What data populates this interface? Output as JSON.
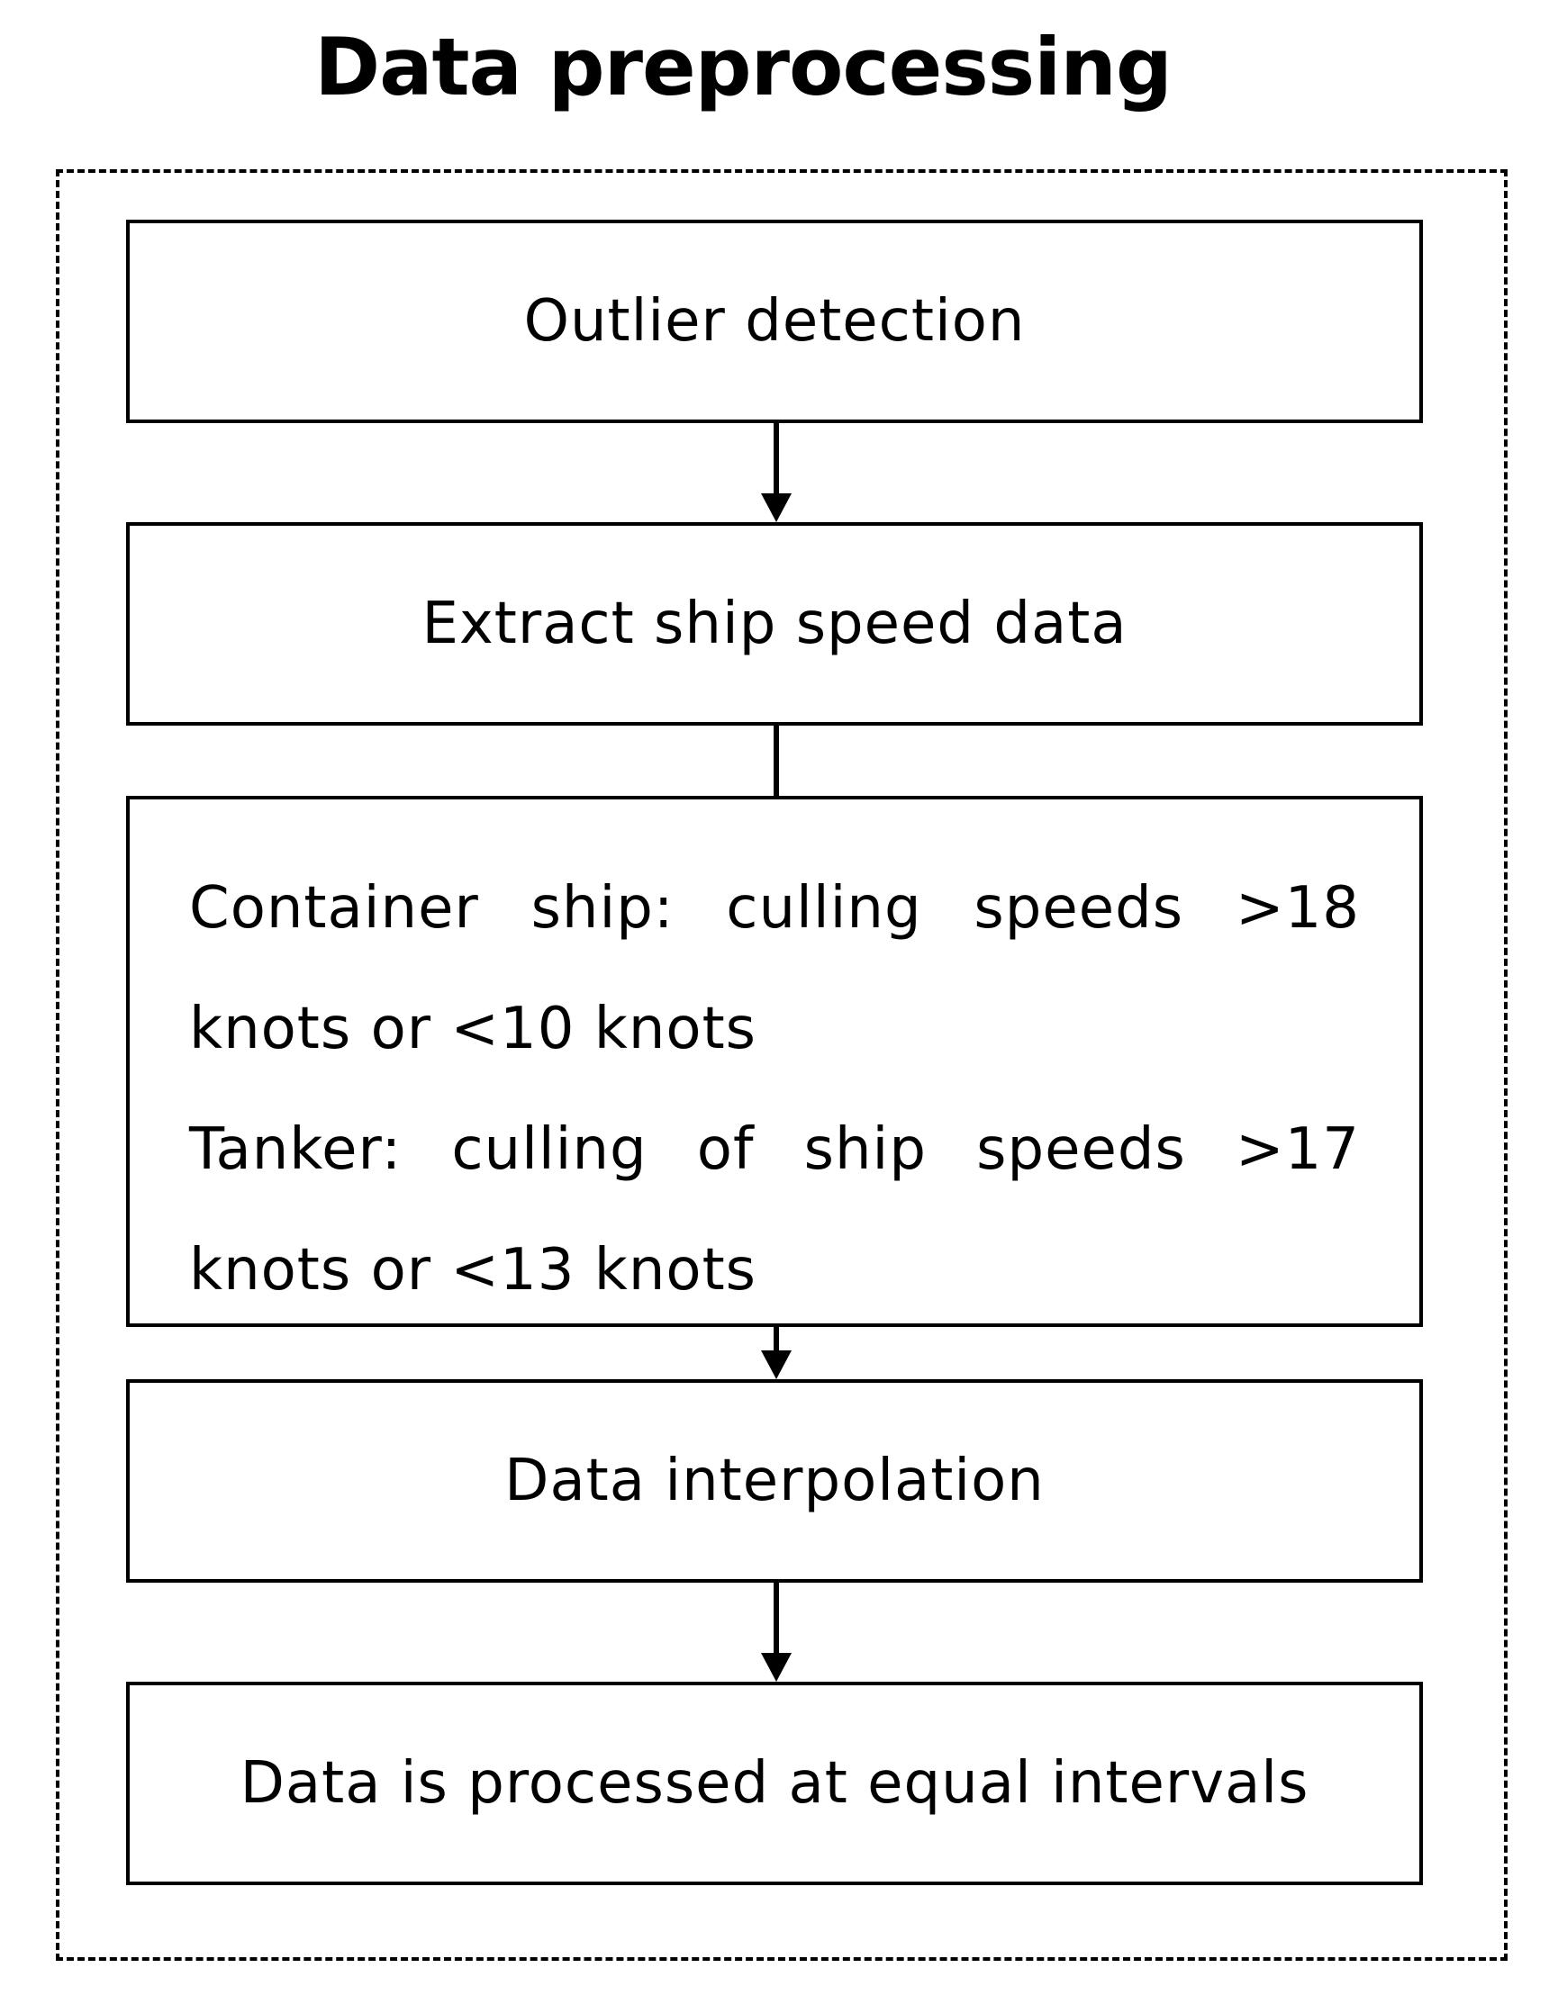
{
  "diagram": {
    "title": "Data preprocessing",
    "steps": [
      {
        "id": "outlier",
        "label": "Outlier detection"
      },
      {
        "id": "extract",
        "label": "Extract ship speed data"
      },
      {
        "id": "culling",
        "lines": [
          "Container ship: culling speeds >18",
          "knots or <10 knots",
          "Tanker: culling of ship speeds >17",
          "knots or <13 knots"
        ]
      },
      {
        "id": "interpolation",
        "label": "Data interpolation"
      },
      {
        "id": "intervals",
        "label": "Data is processed at equal intervals"
      }
    ],
    "connectors": [
      {
        "from": "outlier",
        "to": "extract",
        "arrow": true
      },
      {
        "from": "extract",
        "to": "culling",
        "arrow": false
      },
      {
        "from": "culling",
        "to": "interpolation",
        "arrow": true
      },
      {
        "from": "interpolation",
        "to": "intervals",
        "arrow": true
      }
    ]
  }
}
